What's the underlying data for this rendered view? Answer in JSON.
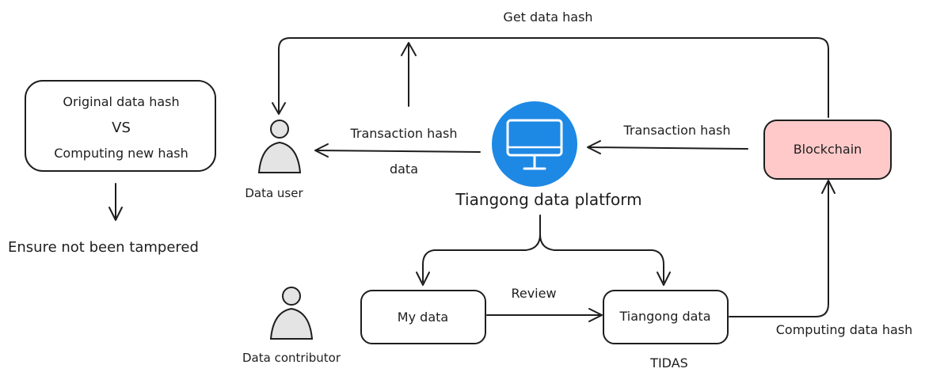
{
  "labels": {
    "get_data_hash": "Get data hash",
    "original_hash": "Original data hash",
    "vs": "VS",
    "computing_new_hash": "Computing new hash",
    "ensure": "Ensure not been tampered",
    "data_user": "Data user",
    "transaction_hash_left": "Transaction hash",
    "data": "data",
    "platform": "Tiangong data platform",
    "transaction_hash_right": "Transaction hash",
    "blockchain": "Blockchain",
    "my_data": "My data",
    "review": "Review",
    "tiangong_data": "Tiangong data",
    "tidas": "TIDAS",
    "computing_data_hash": "Computing data hash",
    "data_contributor": "Data contributor"
  },
  "colors": {
    "platform_icon": "#1e88e5",
    "blockchain_fill": "#ffc9c9",
    "stroke": "#1e1e1e"
  },
  "icons": {
    "platform": "monitor-icon",
    "user": "person-icon",
    "contributor": "person-icon"
  }
}
